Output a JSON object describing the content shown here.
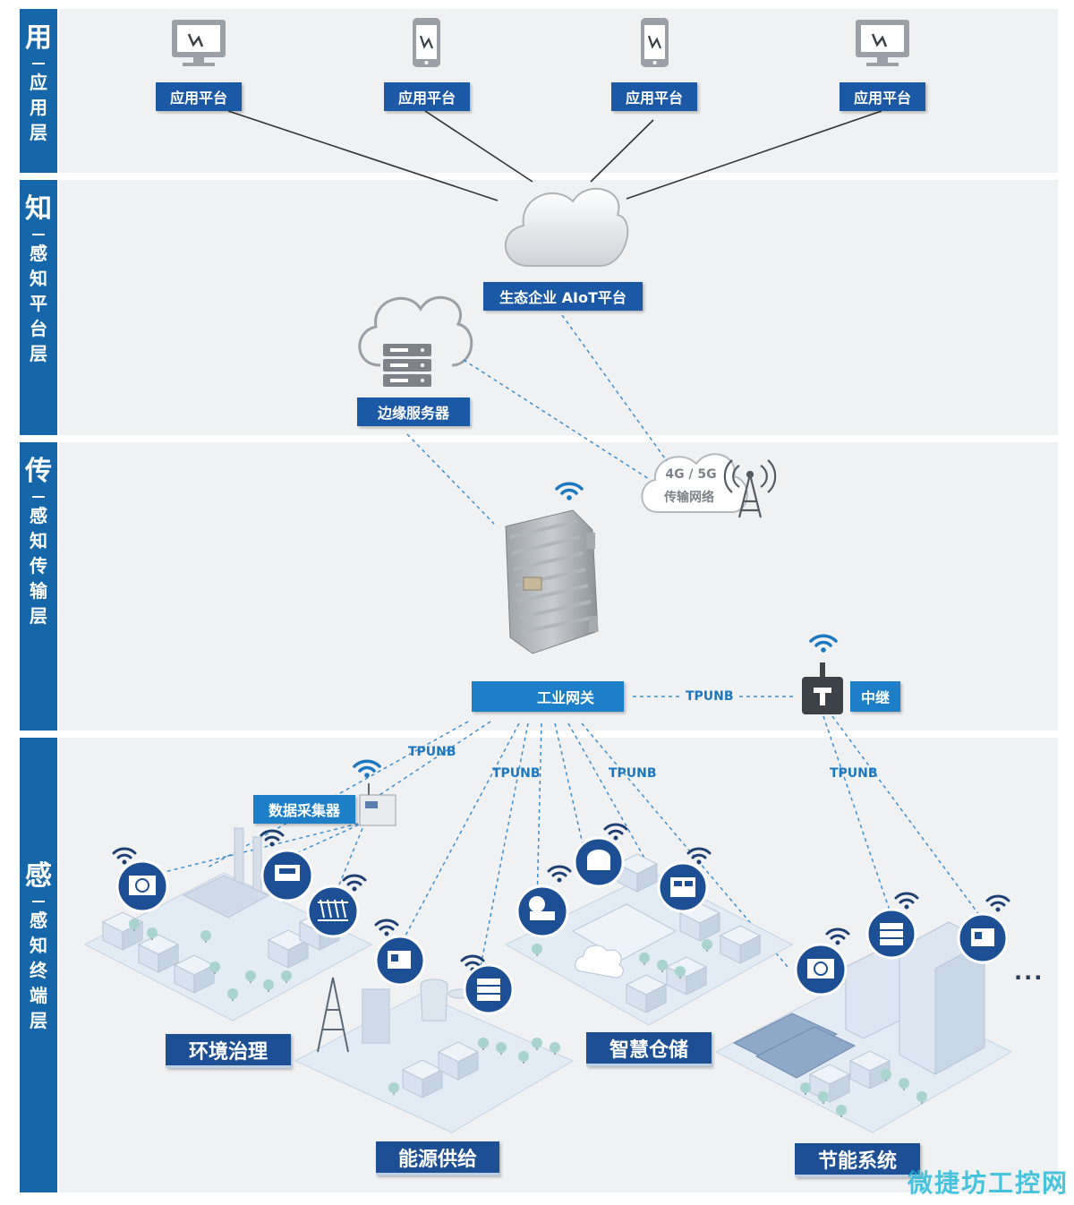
{
  "layers": [
    {
      "big": "用",
      "sub": [
        "应",
        "用",
        "层"
      ]
    },
    {
      "big": "知",
      "sub": [
        "感",
        "知",
        "平",
        "台",
        "层"
      ]
    },
    {
      "big": "传",
      "sub": [
        "感",
        "知",
        "传",
        "输",
        "层"
      ]
    },
    {
      "big": "感",
      "sub": [
        "感",
        "知",
        "终",
        "端",
        "层"
      ]
    }
  ],
  "app": {
    "platforms": [
      "应用平台",
      "应用平台",
      "应用平台",
      "应用平台"
    ]
  },
  "platform": {
    "cloud_label": "生态企业 AIoT平台",
    "edge_label": "边缘服务器",
    "network_line1": "4G / 5G",
    "network_line2": "传输网络"
  },
  "transport": {
    "gateway_label": "工业网关",
    "link_label": "TPUNB",
    "relay_label": "中继"
  },
  "terminal": {
    "collector_label": "数据采集器",
    "tpunb": [
      "TPUNB",
      "TPUNB",
      "TPUNB",
      "TPUNB"
    ],
    "scenes": [
      "环境治理",
      "能源供给",
      "智慧仓储",
      "节能系统"
    ],
    "more": "..."
  },
  "watermark": "微捷坊工控网",
  "colors": {
    "primary": "#1b58a5",
    "tab": "#1667a9",
    "link": "#1c78c0",
    "band": "#f0f1f3"
  }
}
